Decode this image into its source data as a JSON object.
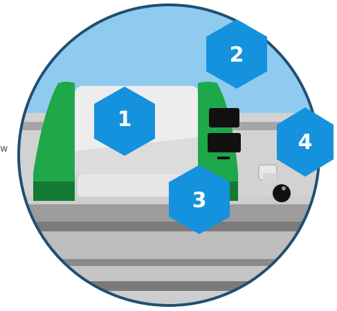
{
  "colors": {
    "sky": "#8fcbef",
    "ring": "#1f4f73",
    "hex": "#1592de",
    "green_light": "#1fa84a",
    "green_dark": "#137a33",
    "panel_light": "#efefef",
    "panel_mid": "#d8d8d8",
    "bench_light": "#cfcfcf",
    "bench_mid": "#9c9c9c",
    "bench_dark": "#7a7a7a",
    "screen": "#111111"
  },
  "markers": [
    {
      "label": "1"
    },
    {
      "label": "2"
    },
    {
      "label": "3"
    },
    {
      "label": "4"
    }
  ],
  "edge_text": "w"
}
